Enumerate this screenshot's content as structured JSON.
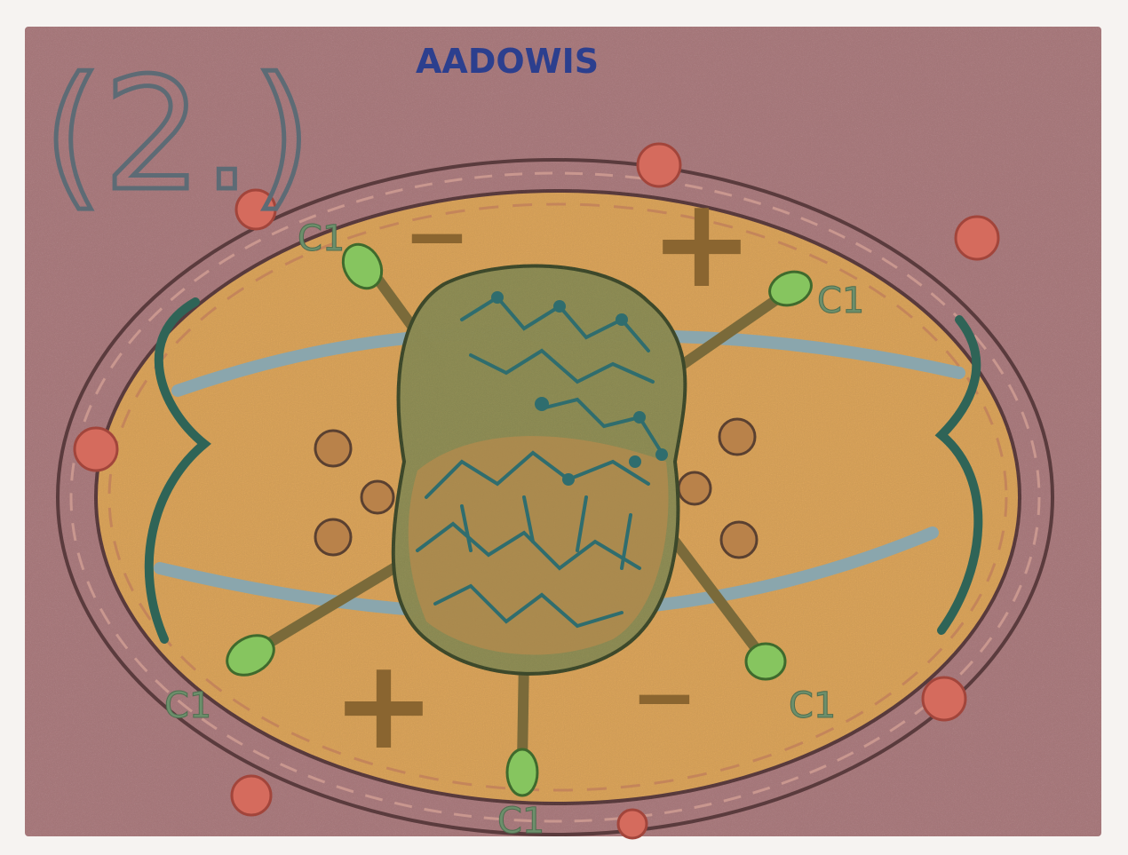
{
  "drawing": {
    "number_label": "(2.)",
    "author_label": "AADOWIS",
    "cell_labels": [
      "C1",
      "C1",
      "C1",
      "C1",
      "C1"
    ],
    "symbols": {
      "plus": "+",
      "minus": "−"
    },
    "colors": {
      "background": "#a97a7d",
      "cell_fill": "#d9a35a",
      "cell_edge": "#5a3b3d",
      "nucleus": "#8e8d55",
      "nucleus_lines": "#2f6d6e",
      "strands": "#2f6457",
      "grey_band": "#8aa6ad",
      "leaf": "#86c55f",
      "dots": "#b9824a",
      "beads": "#d56b5d",
      "symbol_brown": "#8a6530",
      "label_text": "#6c8f6b",
      "author_text": "#2c3f8e"
    }
  }
}
